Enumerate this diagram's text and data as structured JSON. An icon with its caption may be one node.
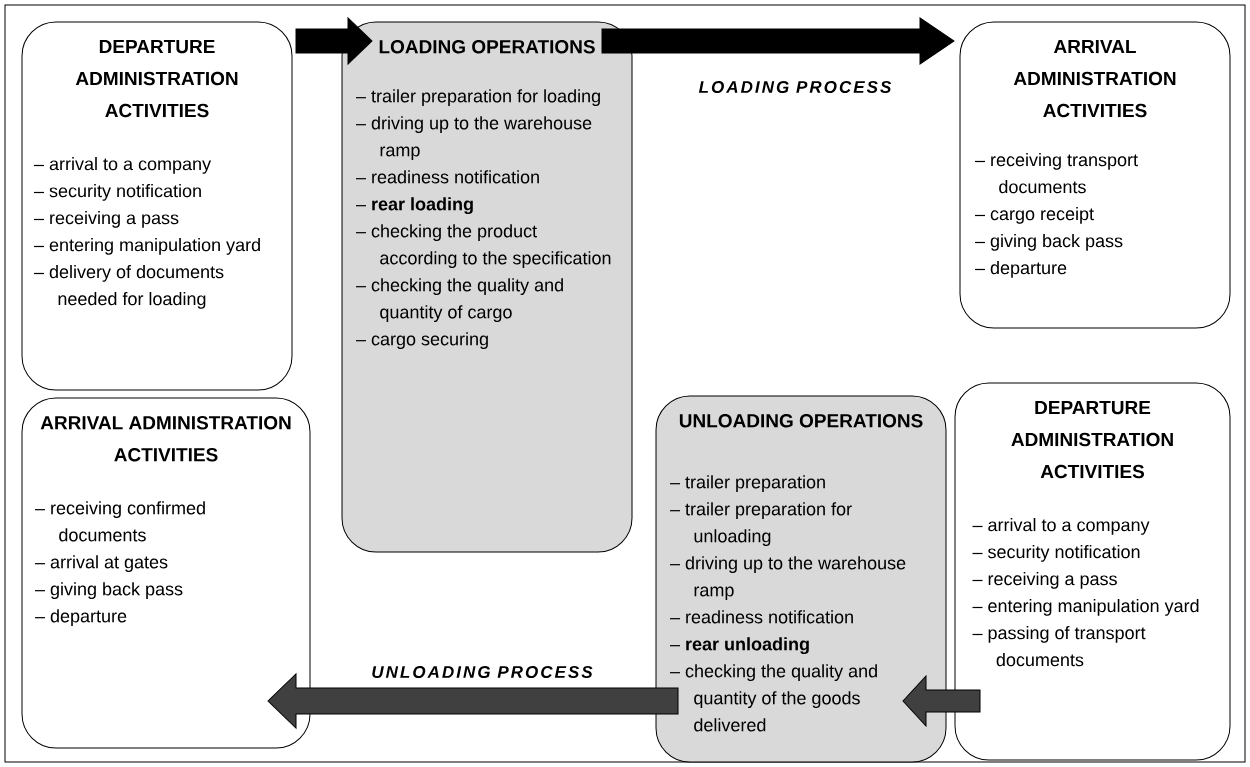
{
  "diagram": {
    "nodes": [
      {
        "text": [
          "DEPARTURE ADMINISTRATION ACTIVITIES",
          "– arrival to a company",
          "– security notification",
          "– receiving a pass",
          "– entering manipulation yard",
          "– delivery of documents needed for loading"
        ]
      },
      {
        "text": [
          "LOADING OPERATIONS",
          "– trailer preparation for loading",
          "– driving up to the warehouse ramp",
          "– readiness notification",
          "– **rear loading**",
          "– checking the product according to the specification",
          "– checking the quality and quantity of cargo",
          "– cargo securing"
        ]
      },
      {
        "text": [
          "ARRIVAL ADMINISTRATION ACTIVITIES",
          "– receiving transport documents",
          "– cargo receipt",
          "– giving back pass",
          "– departure"
        ]
      },
      {
        "text": [
          "UNLOADING OPERATIONS",
          "– trailer preparation",
          "– trailer preparation for unloading",
          "– driving up to the warehouse ramp",
          "– readiness notification",
          "– **rear unloading**",
          "– checking the quality and quantity of the goods delivered"
        ]
      },
      {
        "text": [
          "DEPARTURE ADMINISTRATION ACTIVITIES",
          "– arrival to a company",
          "– security notification",
          "– receiving a pass",
          "– entering manipulation yard",
          "– passing of transport documents"
        ]
      },
      {
        "text": [
          "ARRIVAL ADMINISTRATION ACTIVITIES",
          "– receiving confirmed documents",
          "– arrival at gates",
          "– giving back pass",
          "– departure"
        ]
      }
    ],
    "edges": [
      {
        "from": 0,
        "to": 1,
        "arrow": "to"
      },
      {
        "from": 1,
        "to": 2,
        "arrow": "to"
      },
      {
        "from": 4,
        "to": 3,
        "arrow": "to",
        "color": "#404040"
      },
      {
        "from": 3,
        "to": 5,
        "arrow": "to",
        "color": "#404040"
      }
    ],
    "labels": [
      "LOADING PROCESS",
      "UNLOADING PROCESS"
    ]
  }
}
